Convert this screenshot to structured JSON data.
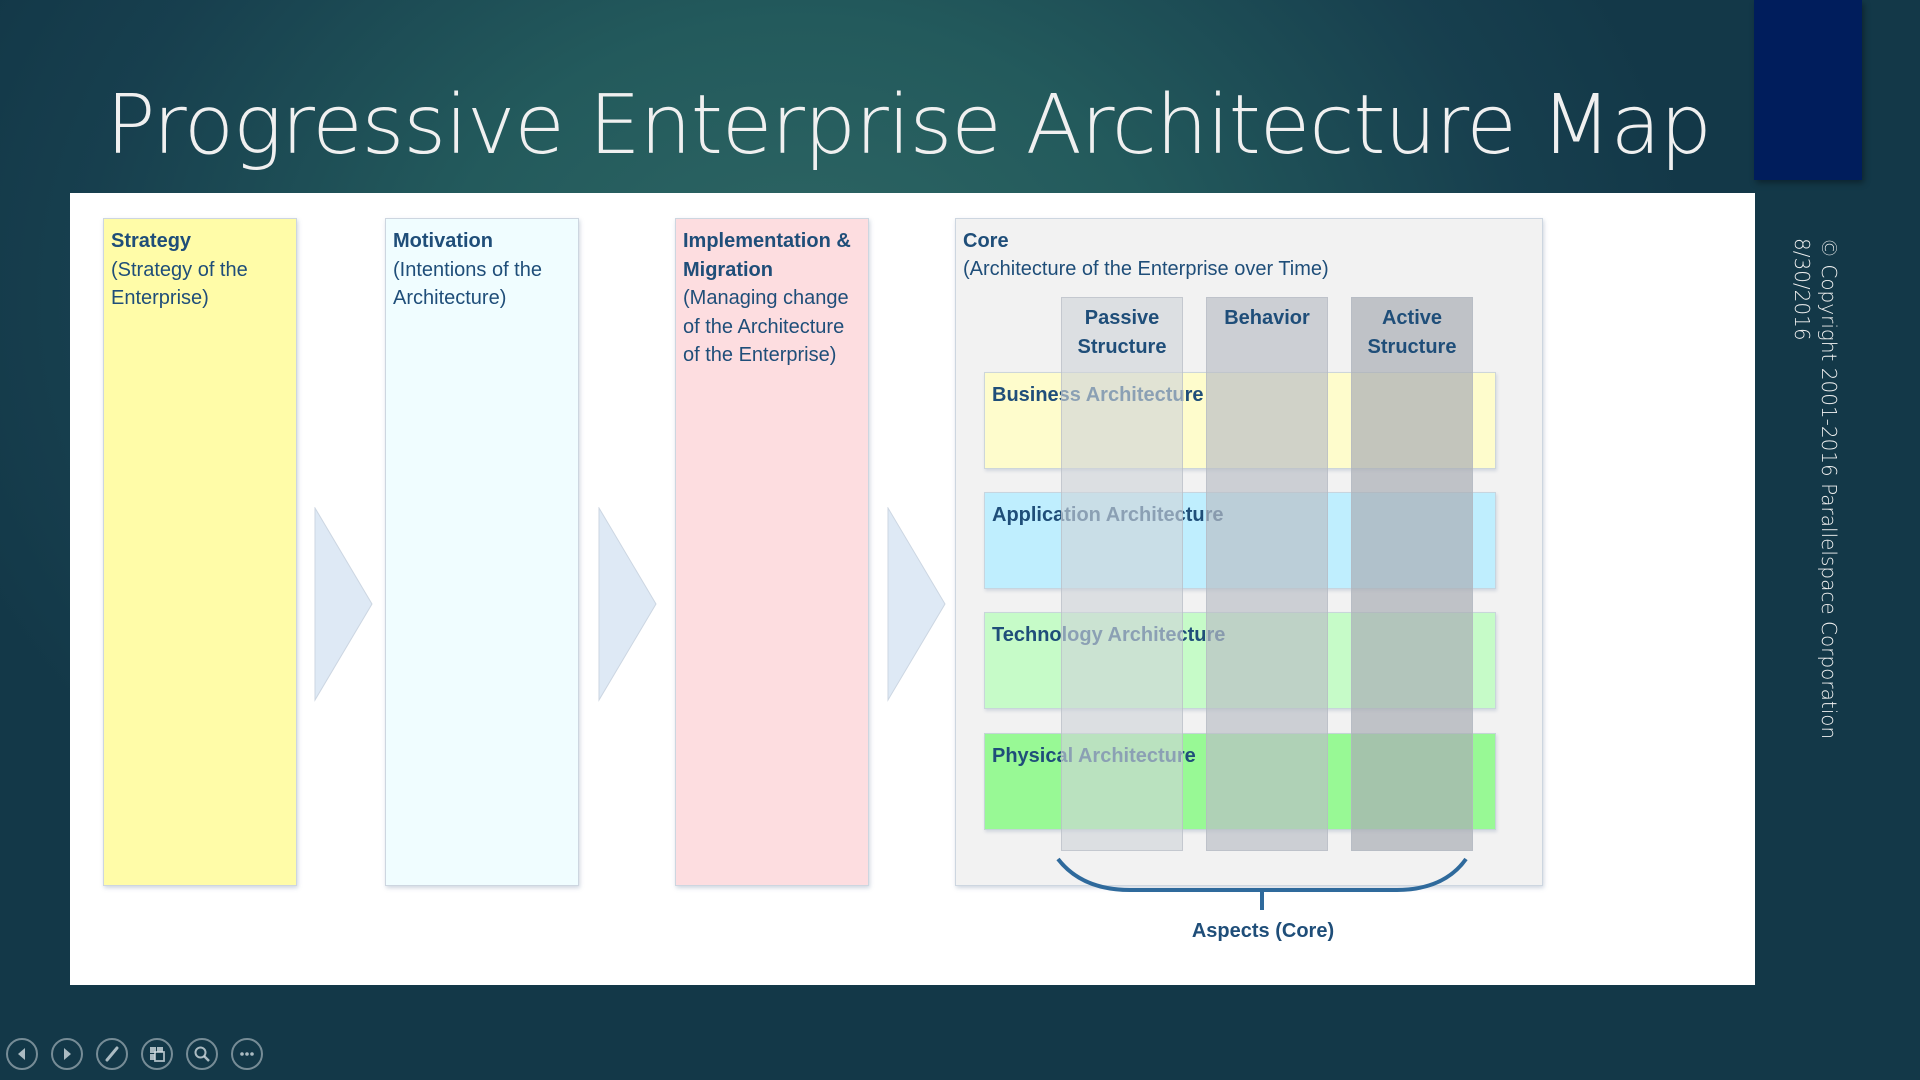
{
  "slide": {
    "title": "Progressive Enterprise Architecture Map",
    "copyright_line1": "© Copyright 2001-2016 Parallelspace Corporation",
    "copyright_line2": "8/30/2016"
  },
  "colors": {
    "accent_bar": "#001d5c",
    "text_primary": "#1f4e79",
    "strategy_fill": "#fffca8",
    "motivation_fill": "#f0fdff",
    "implementation_fill": "#fddde0",
    "core_fill": "#f2f2f2",
    "arrow_fill": "#dee9f5",
    "business_fill": "#fefccc",
    "application_fill": "#bfeefe",
    "technology_fill": "#c6fbc8",
    "physical_fill": "#98f995"
  },
  "stages": [
    {
      "heading": "Strategy",
      "subtitle": "(Strategy of the Enterprise)"
    },
    {
      "heading": "Motivation",
      "subtitle": "(Intentions of the Architecture)"
    },
    {
      "heading": "Implementation & Migration",
      "subtitle": "(Managing change of the Architecture of the Enterprise)"
    }
  ],
  "core": {
    "heading": "Core",
    "subtitle": "(Architecture of the Enterprise over Time)",
    "aspects": [
      {
        "label": "Passive Structure"
      },
      {
        "label": "Behavior"
      },
      {
        "label": "Active Structure"
      }
    ],
    "layers": [
      {
        "label": "Business Architecture"
      },
      {
        "label": "Application Architecture"
      },
      {
        "label": "Technology Architecture"
      },
      {
        "label": "Physical Architecture"
      }
    ],
    "aspects_caption": "Aspects (Core)"
  },
  "toolbar": {
    "buttons": [
      {
        "icon": "previous-icon",
        "label": "Previous slide"
      },
      {
        "icon": "next-icon",
        "label": "Next slide"
      },
      {
        "icon": "pen-icon",
        "label": "Pen"
      },
      {
        "icon": "slides-icon",
        "label": "See all slides"
      },
      {
        "icon": "zoom-icon",
        "label": "Zoom"
      },
      {
        "icon": "more-icon",
        "label": "More options"
      }
    ]
  }
}
